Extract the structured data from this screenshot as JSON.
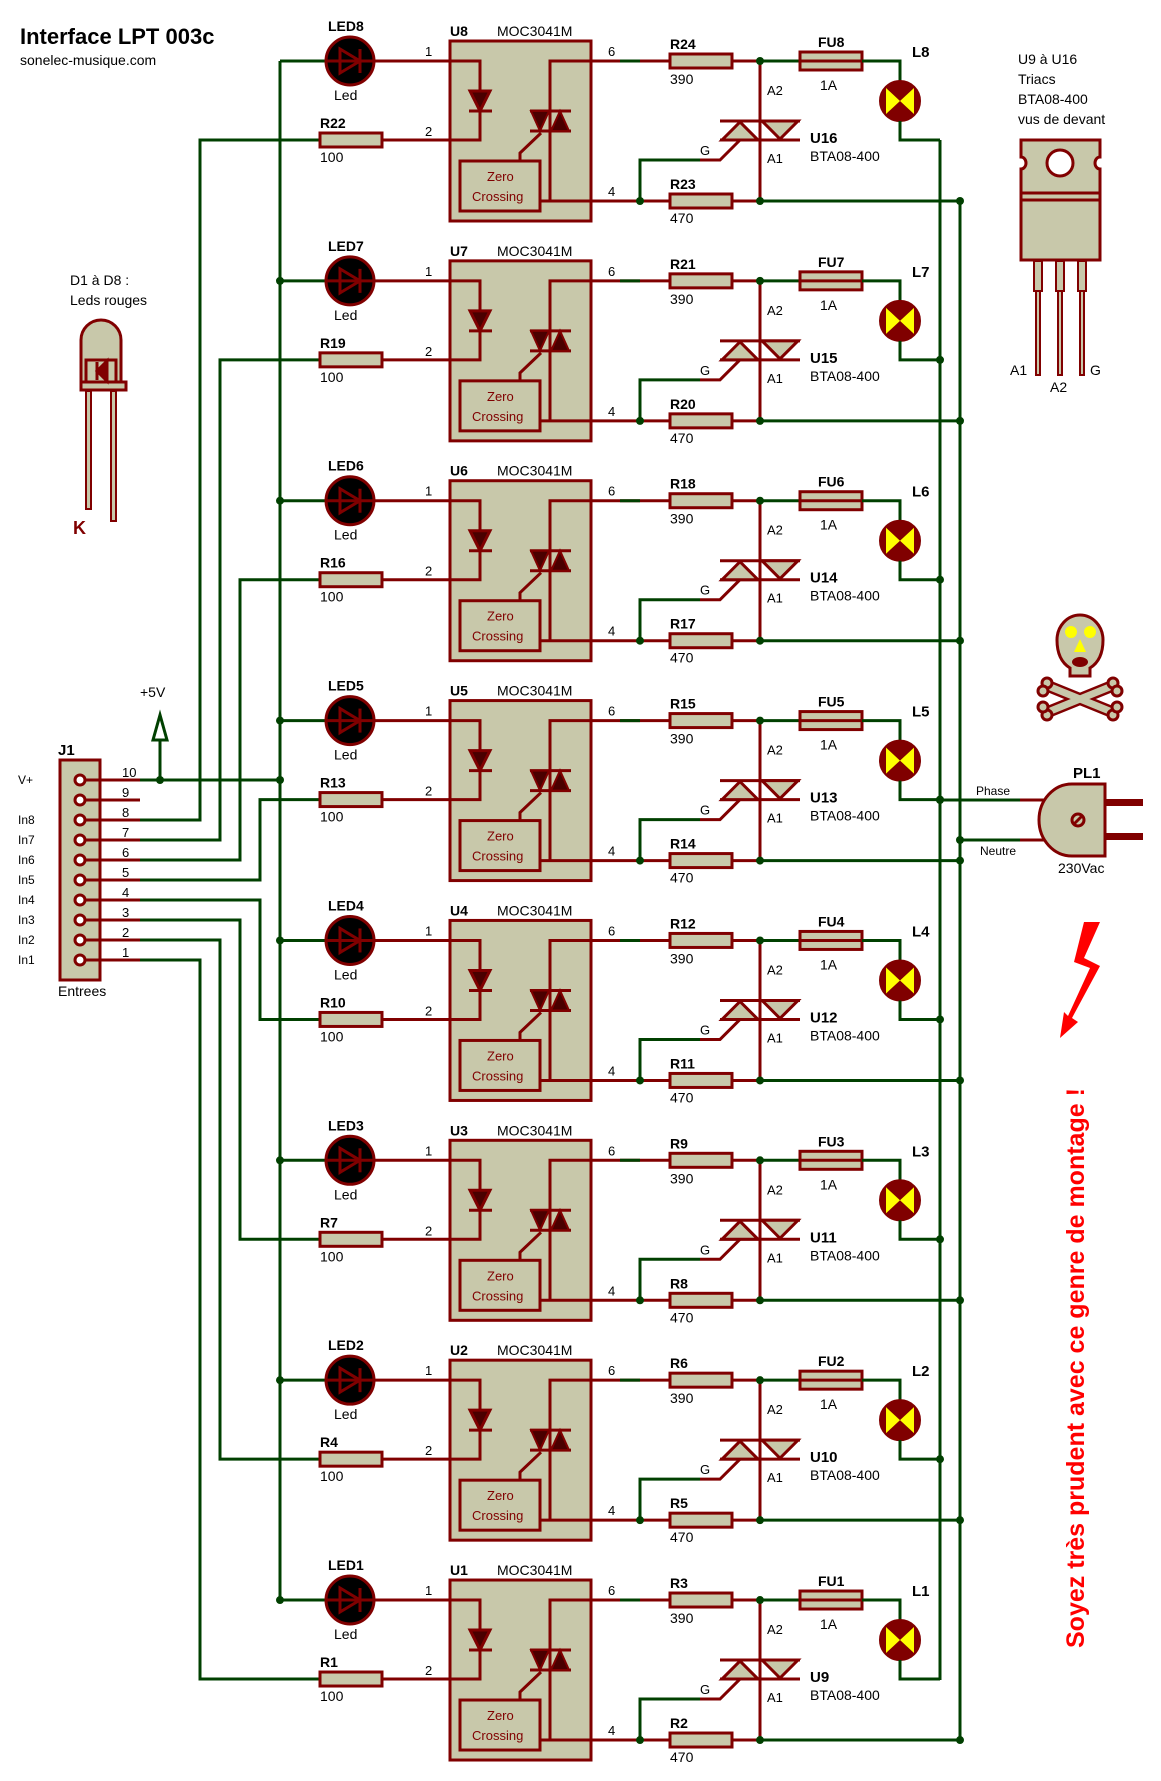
{
  "title": "Interface LPT 003c",
  "subtitle": "sonelec-musique.com",
  "led_note": {
    "line1": "D1 à D8 :",
    "line2": "Leds rouges",
    "cathode_label": "K"
  },
  "triac_note": {
    "lines": [
      "U9 à U16",
      "Triacs",
      "BTA08-400",
      "vus de devant"
    ],
    "pins": [
      "A1",
      "A2",
      "G"
    ]
  },
  "supply": {
    "label": "+5V"
  },
  "connector": {
    "ref": "J1",
    "value": "Entrees",
    "pins": [
      {
        "num": "10",
        "label": "V+"
      },
      {
        "num": "9",
        "label": ""
      },
      {
        "num": "8",
        "label": "In8"
      },
      {
        "num": "7",
        "label": "In7"
      },
      {
        "num": "6",
        "label": "In6"
      },
      {
        "num": "5",
        "label": "In5"
      },
      {
        "num": "4",
        "label": "In4"
      },
      {
        "num": "3",
        "label": "In3"
      },
      {
        "num": "2",
        "label": "In2"
      },
      {
        "num": "1",
        "label": "In1"
      }
    ]
  },
  "mains_plug": {
    "ref": "PL1",
    "value": "230Vac",
    "phase_label": "Phase",
    "neutral_label": "Neutre"
  },
  "warning": "Soyez très prudent avec ce genre de montage !",
  "opto_part": "MOC3041M",
  "opto_inner_label": [
    "Zero",
    "Crossing"
  ],
  "triac_part": "BTA08-400",
  "led_value": "Led",
  "pin_labels": {
    "p1": "1",
    "p2": "2",
    "p4": "4",
    "p6": "6",
    "a2": "A2",
    "a1": "A1",
    "g": "G"
  },
  "channels": [
    {
      "led": "LED8",
      "opto": "U8",
      "r_in": "R22",
      "r_in_val": "100",
      "r_gate": "R24",
      "r_gate_val": "390",
      "r_a1": "R23",
      "r_a1_val": "470",
      "fuse": "FU8",
      "fuse_val": "1A",
      "triac": "U16",
      "lamp": "L8"
    },
    {
      "led": "LED7",
      "opto": "U7",
      "r_in": "R19",
      "r_in_val": "100",
      "r_gate": "R21",
      "r_gate_val": "390",
      "r_a1": "R20",
      "r_a1_val": "470",
      "fuse": "FU7",
      "fuse_val": "1A",
      "triac": "U15",
      "lamp": "L7"
    },
    {
      "led": "LED6",
      "opto": "U6",
      "r_in": "R16",
      "r_in_val": "100",
      "r_gate": "R18",
      "r_gate_val": "390",
      "r_a1": "R17",
      "r_a1_val": "470",
      "fuse": "FU6",
      "fuse_val": "1A",
      "triac": "U14",
      "lamp": "L6"
    },
    {
      "led": "LED5",
      "opto": "U5",
      "r_in": "R13",
      "r_in_val": "100",
      "r_gate": "R15",
      "r_gate_val": "390",
      "r_a1": "R14",
      "r_a1_val": "470",
      "fuse": "FU5",
      "fuse_val": "1A",
      "triac": "U13",
      "lamp": "L5"
    },
    {
      "led": "LED4",
      "opto": "U4",
      "r_in": "R10",
      "r_in_val": "100",
      "r_gate": "R12",
      "r_gate_val": "390",
      "r_a1": "R11",
      "r_a1_val": "470",
      "fuse": "FU4",
      "fuse_val": "1A",
      "triac": "U12",
      "lamp": "L4"
    },
    {
      "led": "LED3",
      "opto": "U3",
      "r_in": "R7",
      "r_in_val": "100",
      "r_gate": "R9",
      "r_gate_val": "390",
      "r_a1": "R8",
      "r_a1_val": "470",
      "fuse": "FU3",
      "fuse_val": "1A",
      "triac": "U11",
      "lamp": "L3"
    },
    {
      "led": "LED2",
      "opto": "U2",
      "r_in": "R4",
      "r_in_val": "100",
      "r_gate": "R6",
      "r_gate_val": "390",
      "r_a1": "R5",
      "r_a1_val": "470",
      "fuse": "FU2",
      "fuse_val": "1A",
      "triac": "U10",
      "lamp": "L2"
    },
    {
      "led": "LED1",
      "opto": "U1",
      "r_in": "R1",
      "r_in_val": "100",
      "r_gate": "R3",
      "r_gate_val": "390",
      "r_a1": "R2",
      "r_a1_val": "470",
      "fuse": "FU1",
      "fuse_val": "1A",
      "triac": "U9",
      "lamp": "L1"
    }
  ],
  "colors": {
    "wire": "#004000",
    "component": "#800000",
    "body": "#c8c8aa",
    "lamp": "#ffff00",
    "warning": "#ff0000"
  }
}
